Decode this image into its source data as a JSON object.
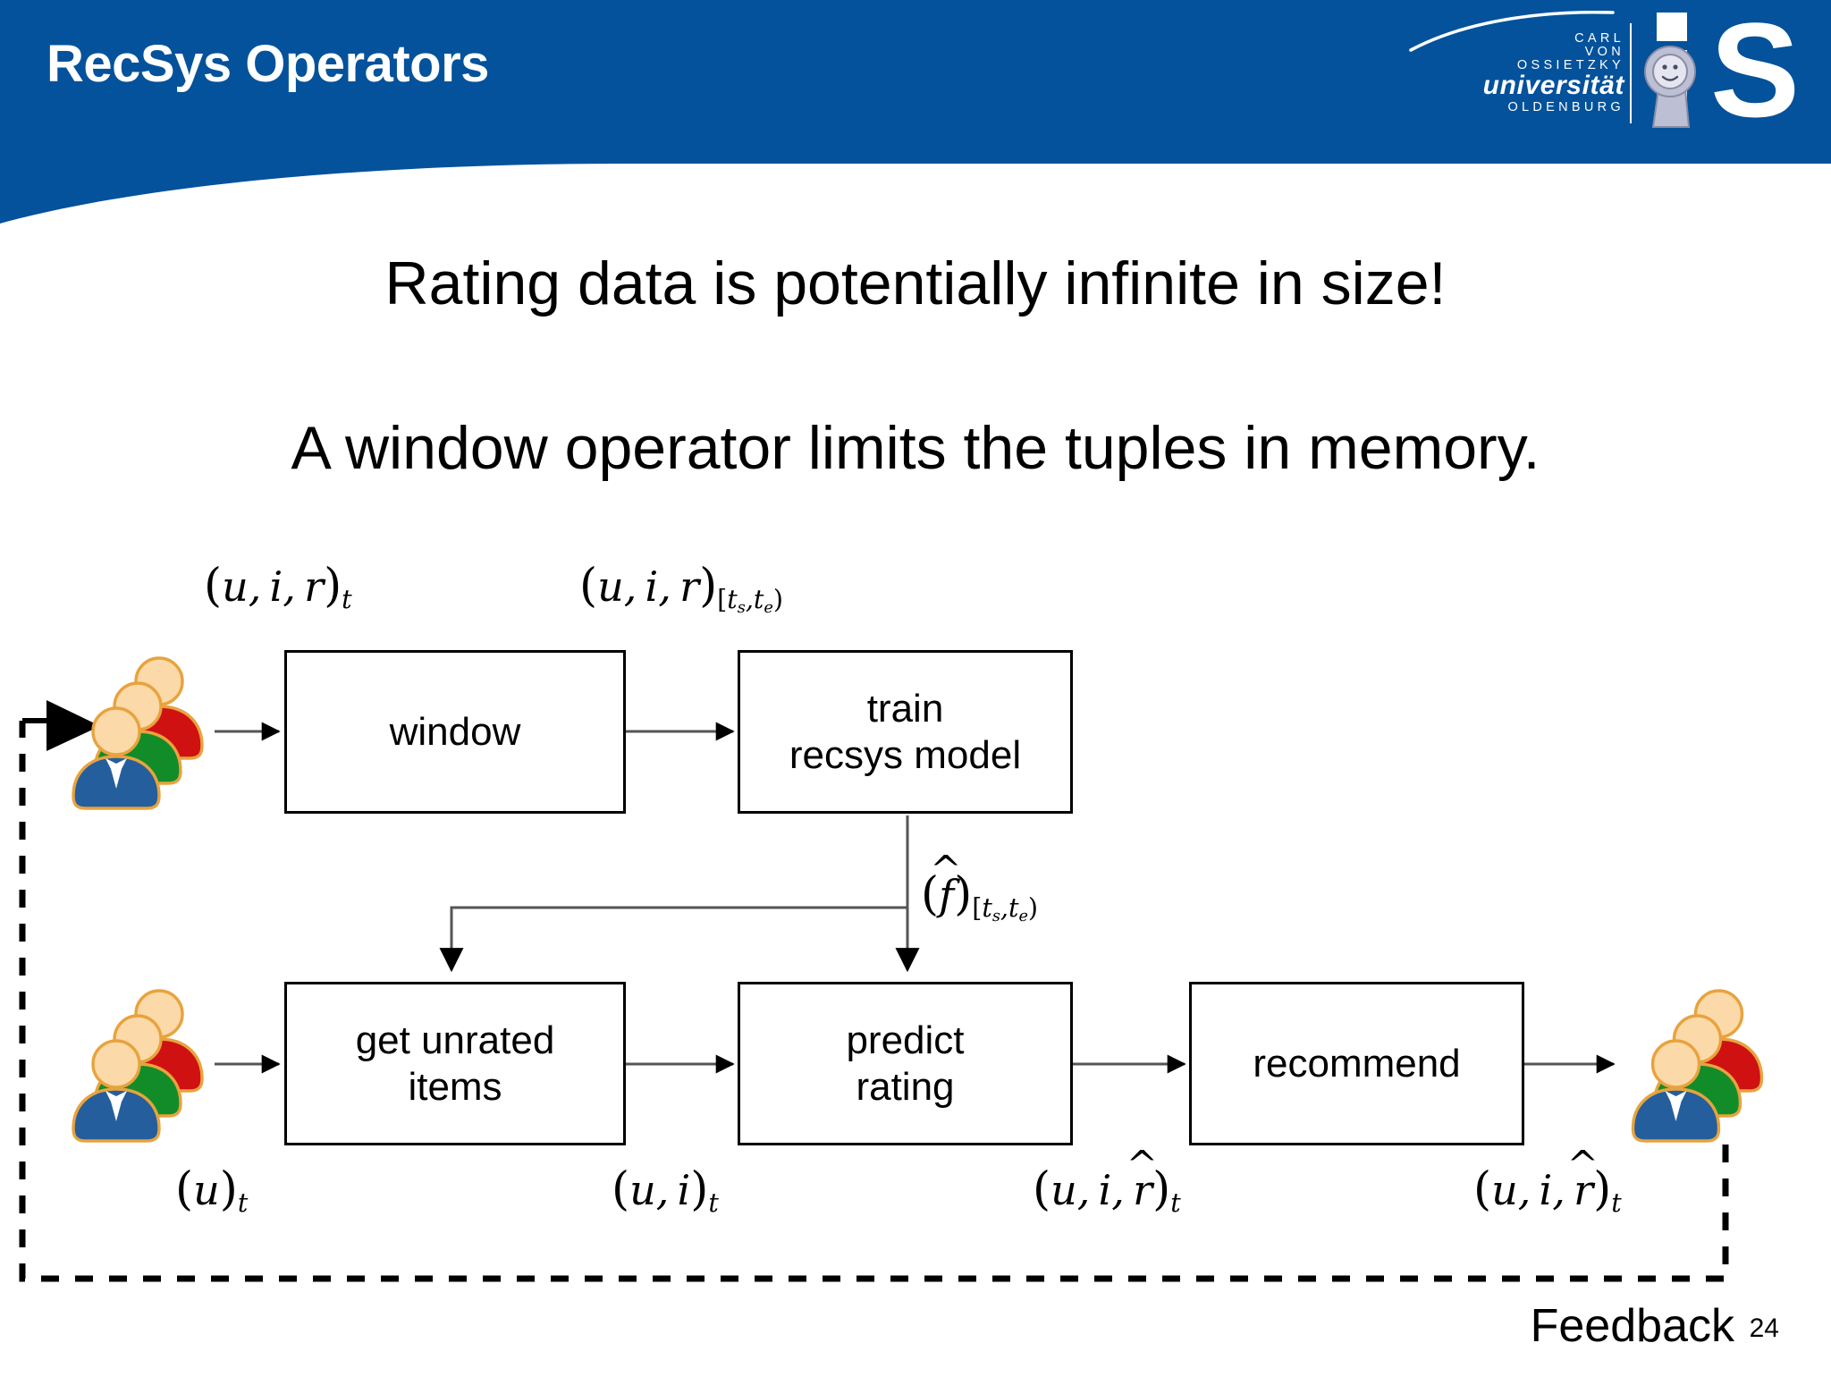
{
  "slide": {
    "title": "RecSys Operators",
    "page_number": "24",
    "accent_color": "#03529B",
    "banner_text_color": "#FFFFFF"
  },
  "logo": {
    "uni_line1": "CARL",
    "uni_line2": "VON",
    "uni_line3": "OSSIETZKY",
    "uni_line4": "universität",
    "uni_line5": "OLDENBURG",
    "institute_mark": "iS"
  },
  "headlines": {
    "line1": "Rating data is potentially infinite in size!",
    "line2": "A window operator limits the tuples in memory."
  },
  "diagram": {
    "boxes": [
      {
        "id": "window",
        "label": "window"
      },
      {
        "id": "train",
        "label": "train\nrecsys model"
      },
      {
        "id": "get-unrated",
        "label": "get unrated\nitems"
      },
      {
        "id": "predict",
        "label": "predict\nrating"
      },
      {
        "id": "recommend",
        "label": "recommend"
      }
    ],
    "box_labels": {
      "window": "window",
      "train_line1": "train",
      "train_line2": "recsys model",
      "get_unrated_line1": "get unrated",
      "get_unrated_line2": "items",
      "predict_line1": "predict",
      "predict_line2": "rating",
      "recommend": "recommend"
    },
    "edge_labels": {
      "raw_stream": "(u, i, r)t",
      "windowed_stream": "(u, i, r)[ts,te)",
      "model": "(f̂)[ts,te)",
      "user_request": "(u)t",
      "user_item": "(u, i)t",
      "predicted_rating": "(u, i, r̂)t",
      "recommendation": "(u, i, r̂)t",
      "feedback": "Feedback"
    },
    "user_group_colors": {
      "front": "#255E9C",
      "middle": "#128C28",
      "back": "#CF1111",
      "head": "#FBD9A8",
      "outline": "#E8A33D",
      "tie": "#FFFFFF"
    }
  }
}
